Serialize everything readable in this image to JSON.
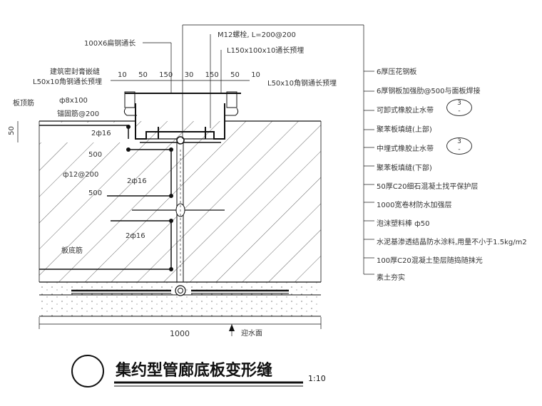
{
  "drawing": {
    "title": "集约型管廊底板变形缝",
    "scale": "1:10",
    "labels_top": {
      "flat_steel": "100X6扁钢通长",
      "bolt": "M12螺栓, L=200@200",
      "angle_150": "L150x100x10通长预埋",
      "sealant": "建筑密封膏嵌缝",
      "angle_50_left": "L50x10角钢通长预埋",
      "angle_50_right": "L50x10角钢通长预埋",
      "anchor_a": "ф8x100",
      "anchor_b": "锚固筋@200",
      "plate_top_rebar": "板顶筋",
      "plate_bottom_rebar": "板底筋",
      "rebar_2phi16_a": "2ф16",
      "rebar_2phi16_b": "2ф16",
      "rebar_2phi16_c": "2ф16",
      "rebar_phi12": "ф12@200",
      "dim_500_a": "500",
      "dim_500_b": "500",
      "water_face": "迎水面"
    },
    "dims_top": [
      "10",
      "50",
      "150",
      "30",
      "150",
      "50",
      "10"
    ],
    "dim_50": "50",
    "dim_1000": "1000",
    "legend": [
      {
        "text": "6厚压花钢板"
      },
      {
        "text": "6厚钢板加强肋@500与面板焊接"
      },
      {
        "text": "可卸式橡胶止水带",
        "badge": "3",
        "badge_sub": "-"
      },
      {
        "text": "聚苯板填缝(上部)"
      },
      {
        "text": "中埋式橡胶止水带",
        "badge": "3",
        "badge_sub": "-"
      },
      {
        "text": "聚苯板填缝(下部)"
      },
      {
        "text": "50厚C20细石混凝土找平保护层"
      },
      {
        "text": "1000宽卷材防水加强层"
      },
      {
        "text": "泡沫塑料棒  ф50"
      },
      {
        "text": "水泥基渗透结晶防水涂料,用量不小于1.5kg/m2"
      },
      {
        "text": "100厚C20混凝土垫层随捣随抹光"
      },
      {
        "text": "素土夯实"
      }
    ]
  }
}
